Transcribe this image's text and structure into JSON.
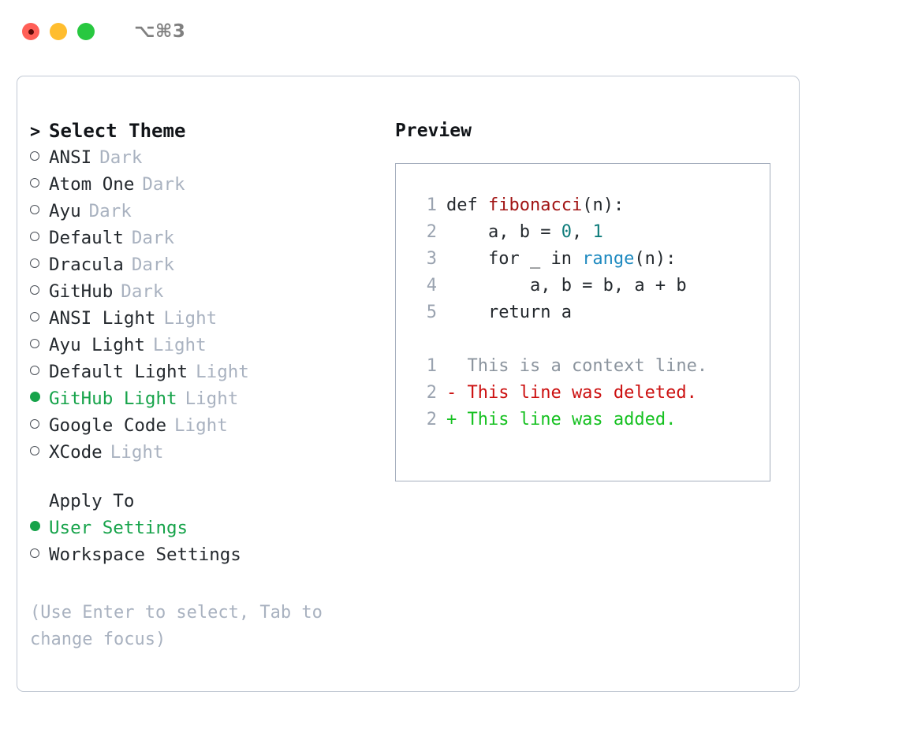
{
  "titlebar": {
    "shortcut": "⌥⌘3",
    "traffic_lights": [
      {
        "name": "close",
        "color": "#ff5f57"
      },
      {
        "name": "minimize",
        "color": "#ffbd2e"
      },
      {
        "name": "zoom",
        "color": "#28c840"
      }
    ]
  },
  "theme_list": {
    "header": "Select Theme",
    "caret": ">",
    "items": [
      {
        "marker": "hollow",
        "label": "ANSI",
        "variant": "Dark",
        "selected": false
      },
      {
        "marker": "hollow",
        "label": "Atom One",
        "variant": "Dark",
        "selected": false
      },
      {
        "marker": "hollow",
        "label": "Ayu",
        "variant": "Dark",
        "selected": false
      },
      {
        "marker": "hollow",
        "label": "Default",
        "variant": "Dark",
        "selected": false
      },
      {
        "marker": "hollow",
        "label": "Dracula",
        "variant": "Dark",
        "selected": false
      },
      {
        "marker": "hollow",
        "label": "GitHub",
        "variant": "Dark",
        "selected": false
      },
      {
        "marker": "hollow",
        "label": "ANSI Light",
        "variant": "Light",
        "selected": false
      },
      {
        "marker": "hollow",
        "label": "Ayu Light",
        "variant": "Light",
        "selected": false
      },
      {
        "marker": "hollow",
        "label": "Default Light",
        "variant": "Light",
        "selected": false
      },
      {
        "marker": "filled",
        "label": "GitHub Light",
        "variant": "Light",
        "selected": true
      },
      {
        "marker": "hollow",
        "label": "Google Code",
        "variant": "Light",
        "selected": false
      },
      {
        "marker": "hollow",
        "label": "XCode",
        "variant": "Light",
        "selected": false
      }
    ]
  },
  "apply_to": {
    "header": "Apply To",
    "items": [
      {
        "marker": "filled",
        "label": "User Settings",
        "selected": true
      },
      {
        "marker": "hollow",
        "label": "Workspace Settings",
        "selected": false
      }
    ]
  },
  "hint": "(Use Enter to select, Tab to change focus)",
  "preview": {
    "title": "Preview",
    "code_lines": [
      {
        "num": "1",
        "tokens": [
          {
            "t": "def ",
            "c": "tok-def"
          },
          {
            "t": "fibonacci",
            "c": "tok-fn"
          },
          {
            "t": "(n):",
            "c": "tok-plain"
          }
        ]
      },
      {
        "num": "2",
        "tokens": [
          {
            "t": "    a, b = ",
            "c": "tok-plain"
          },
          {
            "t": "0",
            "c": "tok-num"
          },
          {
            "t": ", ",
            "c": "tok-plain"
          },
          {
            "t": "1",
            "c": "tok-num"
          }
        ]
      },
      {
        "num": "3",
        "tokens": [
          {
            "t": "    for _ in ",
            "c": "tok-plain"
          },
          {
            "t": "range",
            "c": "tok-fnblue"
          },
          {
            "t": "(n):",
            "c": "tok-plain"
          }
        ]
      },
      {
        "num": "4",
        "tokens": [
          {
            "t": "        a, b = b, a + b",
            "c": "tok-plain"
          }
        ]
      },
      {
        "num": "5",
        "tokens": [
          {
            "t": "    return a",
            "c": "tok-plain"
          }
        ]
      }
    ],
    "diff_lines": [
      {
        "num": "1",
        "text": "  This is a context line.",
        "kind": "diff-ctx"
      },
      {
        "num": "2",
        "text": "- This line was deleted.",
        "kind": "diff-del"
      },
      {
        "num": "2",
        "text": "+ This line was added.",
        "kind": "diff-add"
      }
    ]
  },
  "colors": {
    "accent_green": "#16a34a",
    "muted": "#a9b2c0",
    "diff_delete": "#cc1111",
    "diff_add": "#16c121",
    "fn_red": "#a11414",
    "keyword_blue": "#1f8ac0",
    "number_teal": "#0e7c7b",
    "panel_border": "#c2c9d4",
    "preview_border": "#a5aebd"
  }
}
